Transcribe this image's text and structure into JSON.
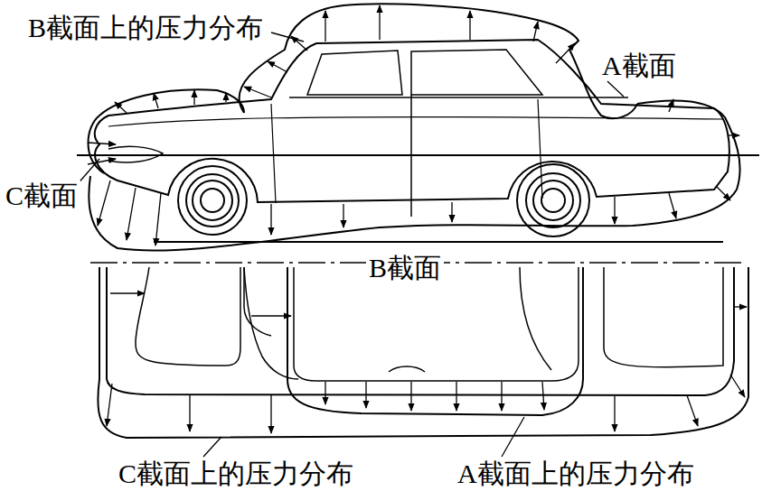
{
  "diagram": {
    "labels": [
      "B截面上的压力分布",
      "A截面",
      "C截面",
      "B截面",
      "C截面上的压力分布",
      "A截面上的压力分布"
    ]
  }
}
